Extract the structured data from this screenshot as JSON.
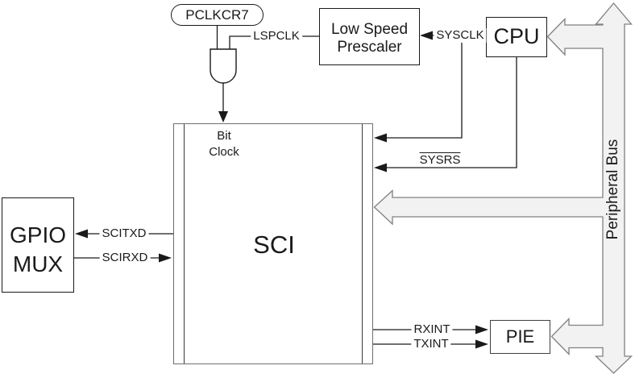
{
  "blocks": {
    "pclkcr7": {
      "label": "PCLKCR7"
    },
    "prescaler": {
      "line1": "Low Speed",
      "line2": "Prescaler"
    },
    "cpu": {
      "label": "CPU"
    },
    "sci": {
      "label": "SCI",
      "bit_clock": {
        "line1": "Bit",
        "line2": "Clock"
      }
    },
    "gpio_mux": {
      "line1": "GPIO",
      "line2": "MUX"
    },
    "pie": {
      "label": "PIE"
    },
    "bus": {
      "label": "Peripheral Bus"
    }
  },
  "signals": {
    "lspclk": {
      "label": "LSPCLK"
    },
    "sysclk": {
      "label": "SYSCLK"
    },
    "sysrs": {
      "label": "SYSRS",
      "overline": true
    },
    "scitxd": {
      "label": "SCITXD"
    },
    "scirxd": {
      "label": "SCIRXD"
    },
    "rxint": {
      "label": "RXINT"
    },
    "txint": {
      "label": "TXINT"
    }
  },
  "colors": {
    "background": "#ffffff",
    "line": "#1a1a1a",
    "box_border": "#1a1a1a",
    "sci_border": "#6e6e6e",
    "bus_fill": "#f2f2f2",
    "bus_stroke": "#808080"
  }
}
